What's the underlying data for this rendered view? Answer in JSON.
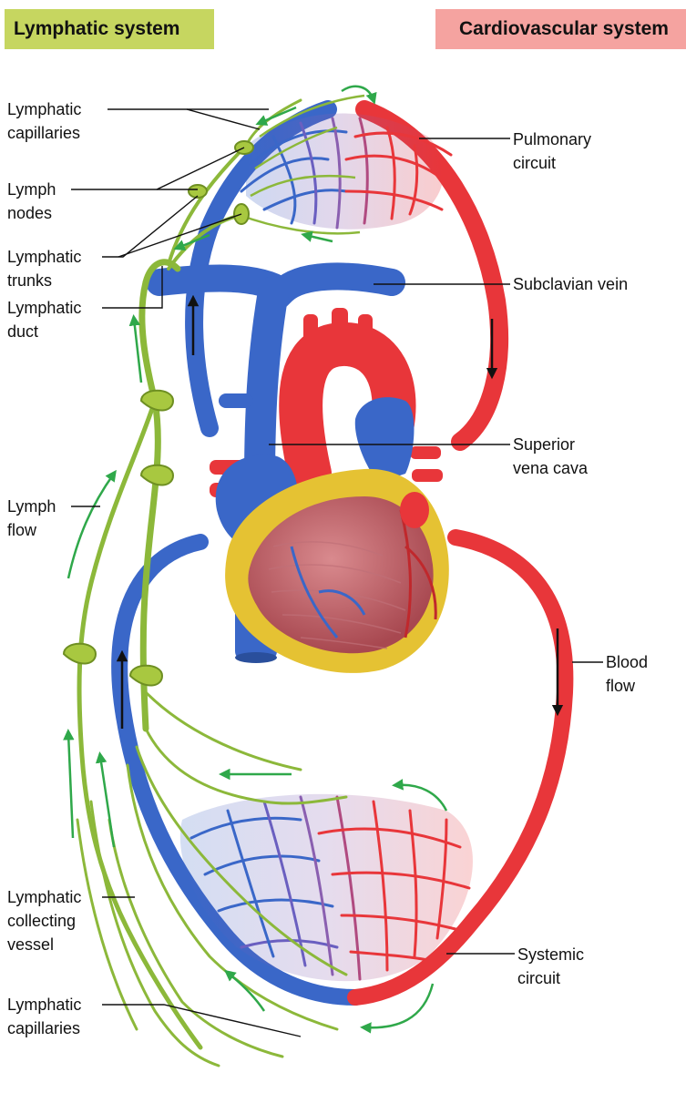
{
  "headers": {
    "lymphatic": "Lymphatic system",
    "cardiovascular": "Cardiovascular system"
  },
  "colors": {
    "lymphatic_header_bg": "#c6d660",
    "cardiovascular_header_bg": "#f5a3a0",
    "deoxygenated_blood": "#3a67c8",
    "oxygenated_blood": "#e8363a",
    "lymph_vessel": "#8cb83a",
    "flow_arrow": "#2fa84a",
    "heart_fat": "#e5c233"
  },
  "labels": {
    "lymphatic_capillaries_top": [
      "Lymphatic",
      "capillaries"
    ],
    "lymph_nodes": [
      "Lymph",
      "nodes"
    ],
    "lymphatic_trunks": [
      "Lymphatic",
      "trunks"
    ],
    "lymphatic_duct": [
      "Lymphatic",
      "duct"
    ],
    "lymph_flow": [
      "Lymph",
      "flow"
    ],
    "lymphatic_collecting_vessel": [
      "Lymphatic",
      "collecting",
      "vessel"
    ],
    "lymphatic_capillaries_bottom": [
      "Lymphatic",
      "capillaries"
    ],
    "pulmonary_circuit": [
      "Pulmonary",
      "circuit"
    ],
    "subclavian_vein": [
      "Subclavian vein"
    ],
    "superior_vena_cava": [
      "Superior",
      "vena cava"
    ],
    "blood_flow": [
      "Blood",
      "flow"
    ],
    "systemic_circuit": [
      "Systemic",
      "circuit"
    ]
  }
}
